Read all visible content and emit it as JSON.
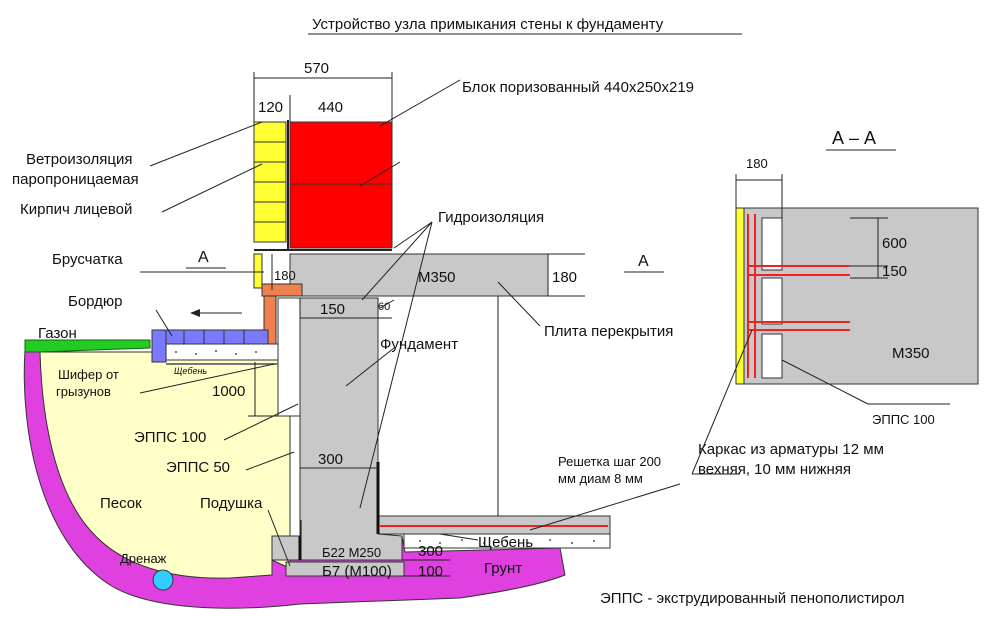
{
  "title": "Устройство узла примыкания стены к фундаменту",
  "labels": {
    "wind_insulation_1": "Ветроизоляция",
    "wind_insulation_2": "паропроницаемая",
    "facing_brick": "Кирпич лицевой",
    "paving": "Брусчатка",
    "curb": "Бордюр",
    "lawn": "Газон",
    "rodent_slate_1": "Шифер от",
    "rodent_slate_2": "грызунов",
    "gravel_small": "Щебень",
    "epps100": "ЭППС 100",
    "epps50": "ЭППС 50",
    "sand": "Песок",
    "cushion": "Подушка",
    "drainage": "Дренаж",
    "porous_block": "Блок поризованный 440х250х219",
    "waterproofing": "Гидроизоляция",
    "slab": "Плита перекрытия",
    "foundation": "Фундамент",
    "grid_1": "Решетка шаг 200",
    "grid_2": "мм диам 8 мм",
    "gravel": "Щебень",
    "soil": "Грунт",
    "section_a_left": "А",
    "section_a_right": "А",
    "section_aa": "А – А",
    "m350_slab": "М350",
    "m350_section": "М350",
    "b22": "Б22 М250",
    "b7": "Б7 (М100)",
    "epps100_section": "ЭППС 100",
    "rebar_1": "Каркас из арматуры 12 мм",
    "rebar_2": "вехняя, 10 мм нижняя",
    "legend": "ЭППС - экструдированный пенополистирол"
  },
  "dimensions": {
    "d570": "570",
    "d120": "120",
    "d440": "440",
    "d180_slab": "180",
    "d180_left": "180",
    "d150_top": "150",
    "d60": "60",
    "d1000": "1000",
    "d300_mid": "300",
    "d300_foot": "300",
    "d100": "100",
    "d180_section": "180",
    "d600": "600",
    "d150_section": "150"
  },
  "colors": {
    "block": "#ff0000",
    "brick": "#ffff33",
    "concrete": "#c8c8c8",
    "sand": "#ffffc8",
    "soil": "#e040e0",
    "lawn": "#22cc22",
    "paving": "#7a7aff",
    "rebar": "#ee2222",
    "insulation": "#ffffff"
  }
}
